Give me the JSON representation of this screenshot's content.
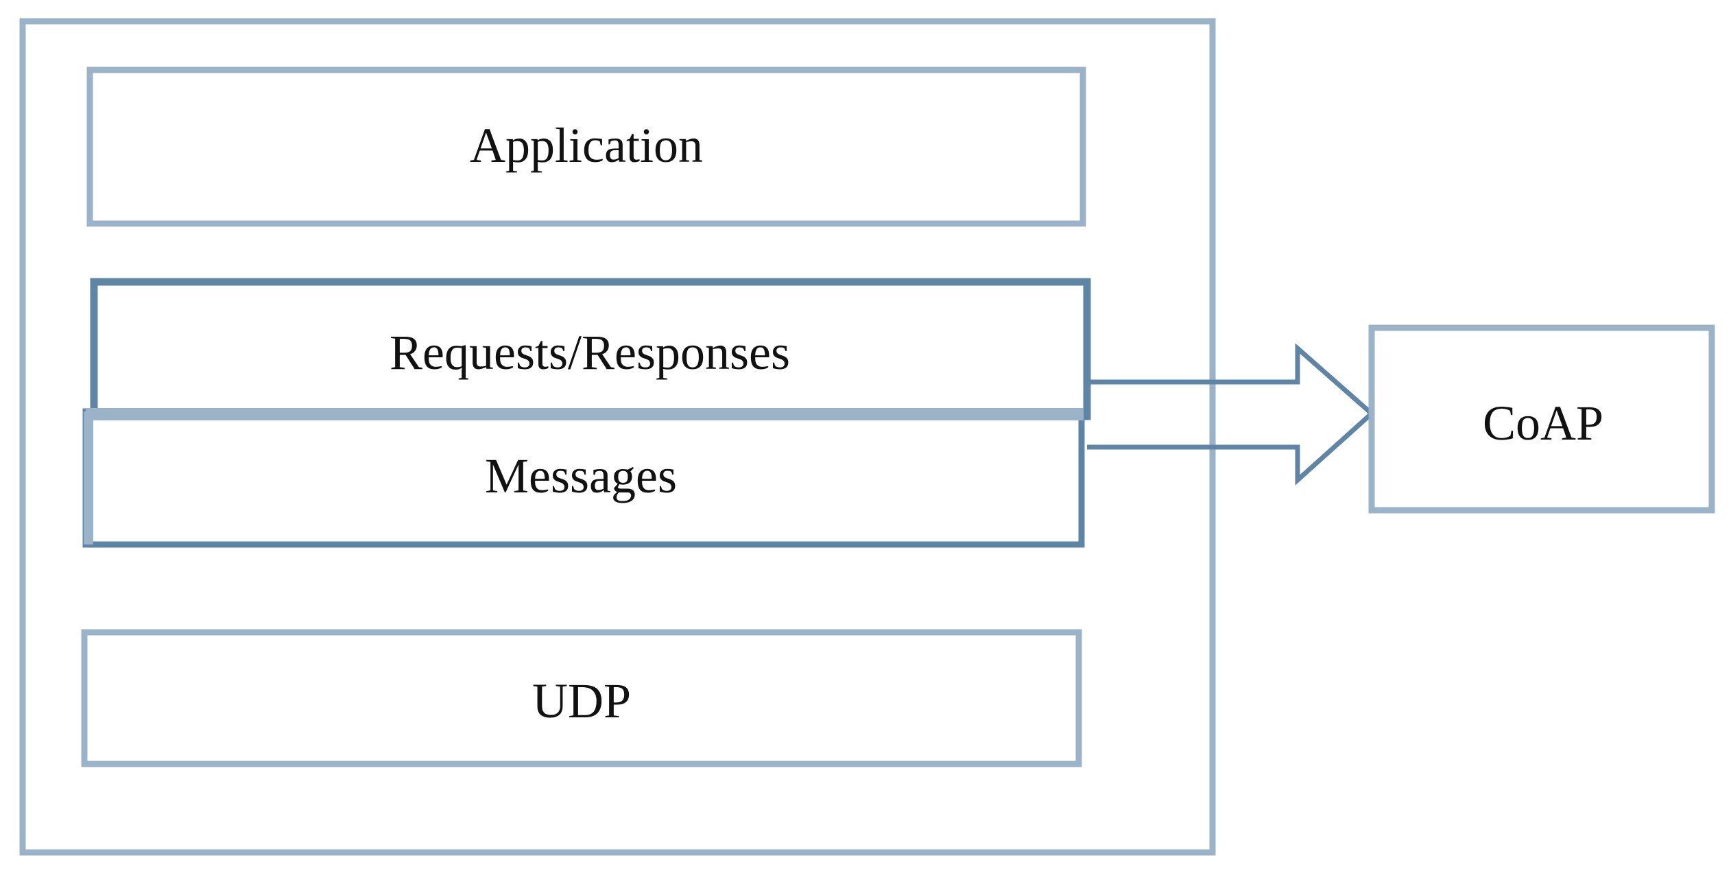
{
  "diagram": {
    "layers": {
      "application": "Application",
      "requests_responses": "Requests/Responses",
      "messages": "Messages",
      "udp": "UDP"
    },
    "target": "CoAP"
  },
  "colors": {
    "light_stroke": "#9bb3c9",
    "dark_stroke": "#5e84a6",
    "text": "#111111",
    "background": "#ffffff"
  }
}
